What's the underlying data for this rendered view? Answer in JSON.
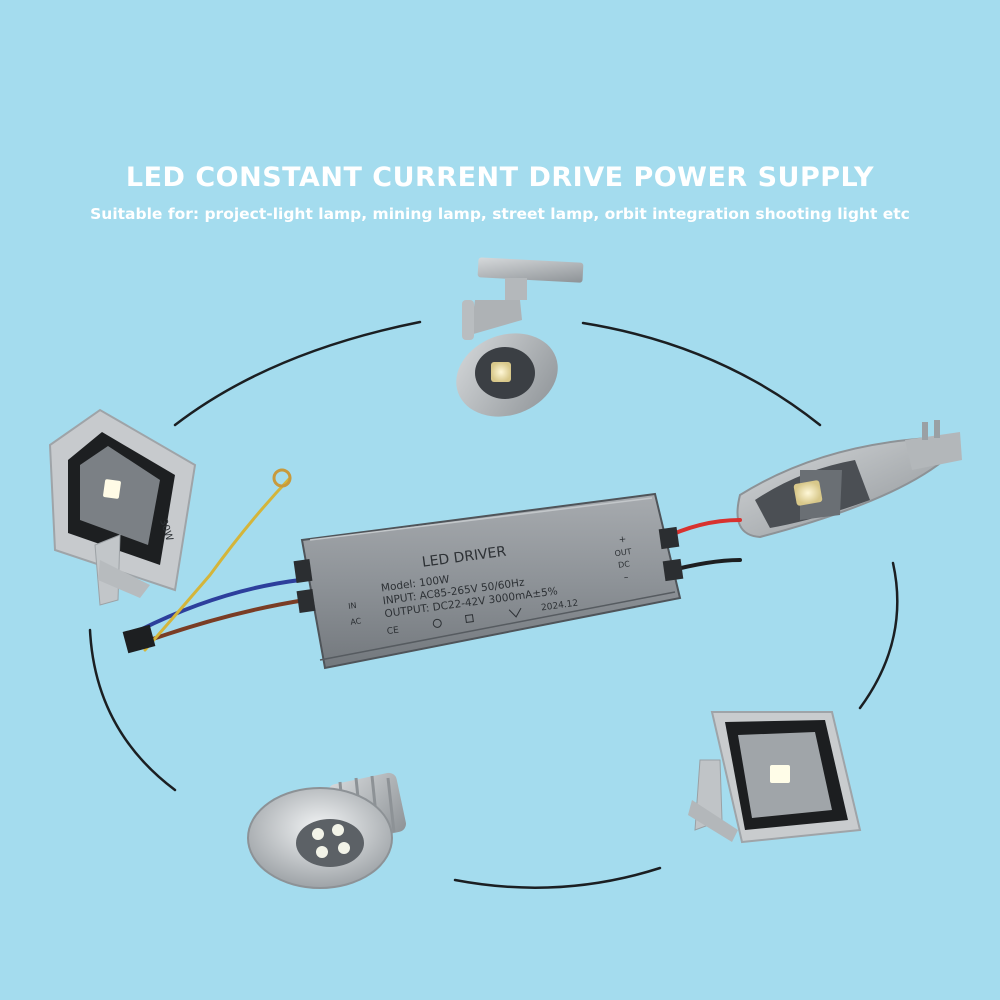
{
  "page": {
    "title": "LED CONSTANT CURRENT DRIVE POWER SUPPLY",
    "subtitle": "Suitable for: project-light lamp, mining lamp, street lamp, orbit integration shooting light etc"
  },
  "driver": {
    "heading": "LED DRIVER",
    "model": "Model: 100W",
    "input": "INPUT: AC85-265V 50/60Hz",
    "output": "OUTPUT: DC22-42V 3000mA±5%",
    "date": "2024.12",
    "left_labels": [
      "IN",
      "AC"
    ],
    "right_plus": "+",
    "right_labels": [
      "OUT",
      "DC"
    ],
    "right_minus": "–"
  },
  "lamp_label": "30W",
  "colors": {
    "background": "#a4dcee",
    "title": "#ffffff",
    "driver_body": "#8c9196"
  }
}
